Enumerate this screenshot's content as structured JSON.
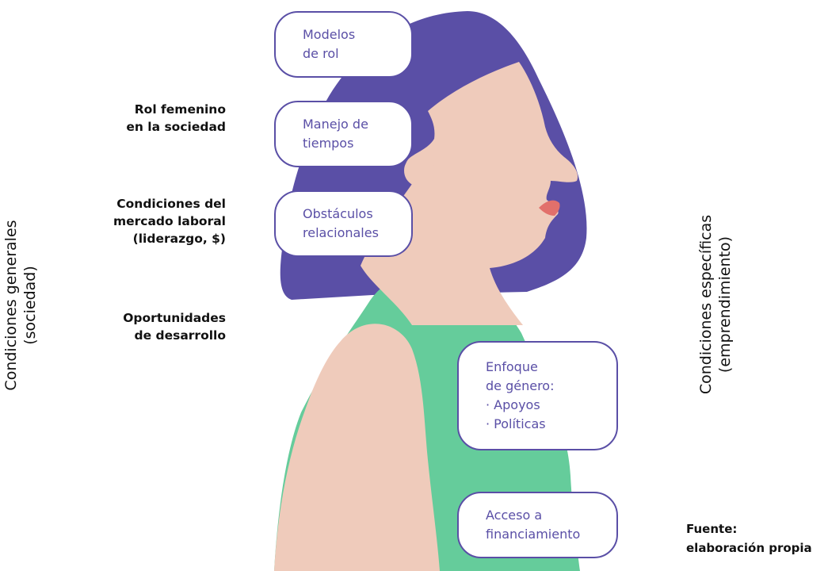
{
  "colors": {
    "hair": "#5a4fa6",
    "skin": "#efcbbb",
    "shirt": "#65cc9b",
    "lips": "#e2706b",
    "bubble_border": "#5a4fa6",
    "bubble_text": "#5a4fa6"
  },
  "left_axis": {
    "line1": "Condiciones generales",
    "line2": "(sociedad)"
  },
  "right_axis": {
    "line1": "Condiciones específicas",
    "line2": "(emprendimiento)"
  },
  "general_factors": [
    {
      "lines": [
        "Rol femenino",
        "en la sociedad"
      ]
    },
    {
      "lines": [
        "Condiciones del",
        "mercado laboral",
        "(liderazgo, $)"
      ]
    },
    {
      "lines": [
        "Oportunidades",
        "de desarrollo"
      ]
    }
  ],
  "bubbles": [
    {
      "lines": [
        "Modelos",
        "de rol"
      ]
    },
    {
      "lines": [
        "Manejo de",
        "tiempos"
      ]
    },
    {
      "lines": [
        "Obstáculos",
        "relacionales"
      ]
    },
    {
      "lines": [
        "Enfoque",
        "de género:",
        "· Apoyos",
        "· Políticas"
      ]
    },
    {
      "lines": [
        "Acceso a",
        "financiamiento"
      ]
    }
  ],
  "source": {
    "line1": "Fuente:",
    "line2": "elaboración propia"
  }
}
